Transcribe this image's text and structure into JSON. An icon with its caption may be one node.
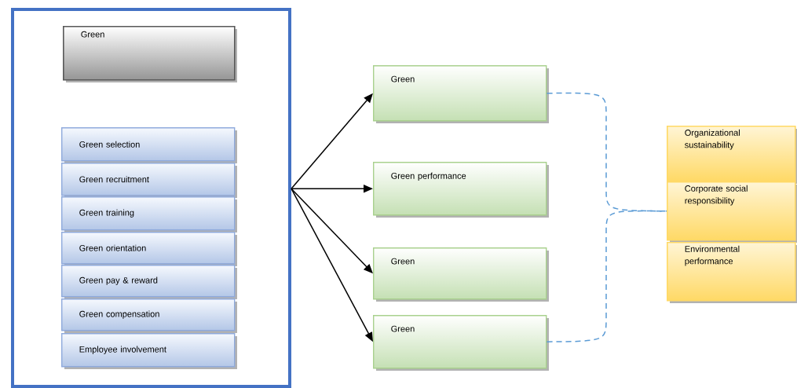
{
  "diagram": {
    "nodes": [
      {
        "text": [],
        "shape": "box"
      },
      {
        "text": [
          "Green"
        ],
        "in": 0
      },
      {
        "text": [
          "Green selection"
        ],
        "in": 0
      },
      {
        "text": [
          "Green recruitment"
        ],
        "in": 0
      },
      {
        "text": [
          "Green training"
        ],
        "in": 0
      },
      {
        "text": [
          "Green orientation"
        ],
        "in": 0
      },
      {
        "text": [
          "Green pay & reward"
        ],
        "in": 0
      },
      {
        "text": [
          "Green compensation"
        ],
        "in": 0
      },
      {
        "text": [
          "Employee involvement"
        ],
        "in": 0
      },
      {
        "text": [
          "Green"
        ]
      },
      {
        "text": [
          "Green performance"
        ]
      },
      {
        "text": [
          "Green"
        ]
      },
      {
        "text": [
          "Green"
        ]
      },
      {
        "text": [
          "Organizational sustainability"
        ]
      },
      {
        "text": [
          "Corporate social responsibility"
        ]
      },
      {
        "text": [
          "Environmental performance"
        ]
      }
    ],
    "edges": [
      {
        "from": 0,
        "to": 9,
        "arrow": "to"
      },
      {
        "from": 0,
        "to": 10,
        "arrow": "to"
      },
      {
        "from": 0,
        "to": 11,
        "arrow": "to"
      },
      {
        "from": 0,
        "to": 12,
        "arrow": "to"
      },
      {
        "from": 9,
        "to": 14,
        "arrow": "none",
        "style": "dashed",
        "color": "#5b9bd5"
      },
      {
        "from": 12,
        "to": 14,
        "arrow": "none",
        "style": "dashed",
        "color": "#5b9bd5"
      }
    ]
  }
}
